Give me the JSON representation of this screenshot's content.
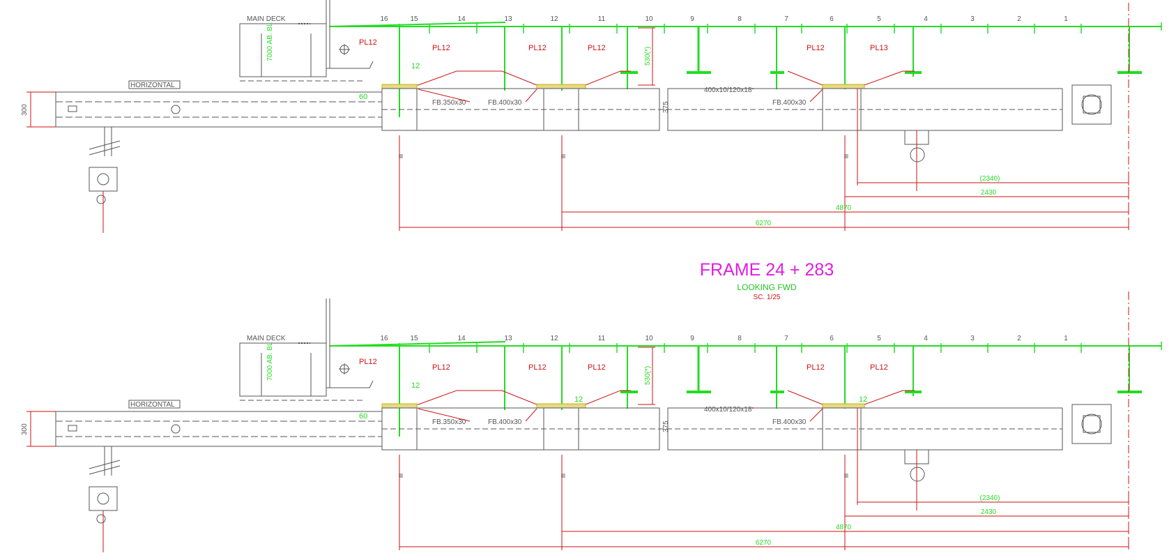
{
  "colors": {
    "structure": "#22dd22",
    "dimension": "#cc1111",
    "outline": "#555555",
    "title": "#e01ee0",
    "hatch": "#c8b400"
  },
  "frame_title": {
    "title": "FRAME 24 + 283",
    "subtitle": "LOOKING FWD",
    "scale": "SC. 1/25"
  },
  "views": [
    {
      "main_deck_label": "MAIN DECK",
      "horizontal_label": "HORIZONTAL",
      "bl_label": "7000 AB. BL",
      "frame_numbers": [
        "16",
        "15",
        "14",
        "13",
        "12",
        "11",
        "10",
        "9",
        "8",
        "7",
        "6",
        "5",
        "4",
        "3",
        "2",
        "1"
      ],
      "plate_labels": [
        "PL12",
        "PL12",
        "PL12",
        "PL12",
        "PL12",
        "PL13"
      ],
      "thickness_labels": [
        "12",
        "60"
      ],
      "height_label": "530(*)",
      "depth_label": "375",
      "width_label": "300",
      "flat_bar_labels": [
        "FB.350x30",
        "FB.400x30",
        "400x10/120x18",
        "FB.400x30"
      ],
      "dimensions": [
        "(2340)",
        "2430",
        "4870",
        "6270"
      ]
    },
    {
      "main_deck_label": "MAIN DECK",
      "horizontal_label": "HORIZONTAL",
      "bl_label": "7000 AB. BL",
      "frame_numbers": [
        "16",
        "15",
        "14",
        "13",
        "12",
        "11",
        "10",
        "9",
        "8",
        "7",
        "6",
        "5",
        "4",
        "3",
        "2",
        "1"
      ],
      "plate_labels": [
        "PL12",
        "PL12",
        "PL12",
        "PL12",
        "PL12",
        "PL12"
      ],
      "thickness_labels": [
        "12",
        "60",
        "12",
        "12"
      ],
      "height_label": "530(*)",
      "depth_label": "375",
      "width_label": "300",
      "flat_bar_labels": [
        "FB.350x30",
        "FB.400x30",
        "400x10/120x18",
        "FB.400x30"
      ],
      "dimensions": [
        "(2340)",
        "2430",
        "4870",
        "6270"
      ]
    }
  ]
}
